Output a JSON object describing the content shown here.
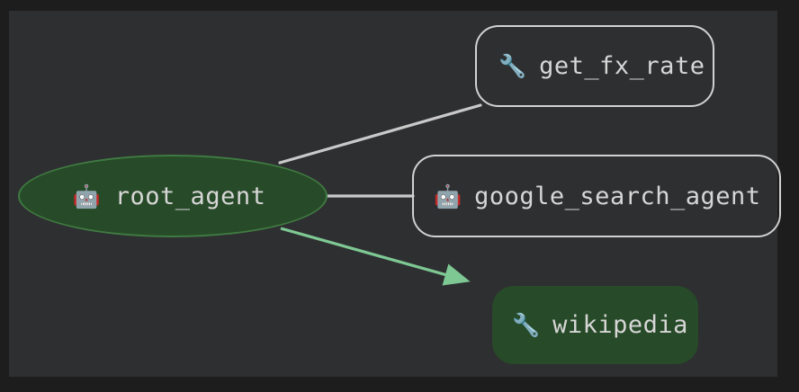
{
  "canvas": {
    "background_color": "#1d1d1d",
    "panel_color": "#2e2f31"
  },
  "graph": {
    "type": "agent-tool-diagram",
    "nodes": [
      {
        "id": "root_agent",
        "label": "root_agent",
        "icon": "robot-icon",
        "icon_glyph": "🤖",
        "shape": "ellipse",
        "fill_color": "#274a28",
        "border_color": "#3f7a41",
        "text_color": "#d6d6d6"
      },
      {
        "id": "get_fx_rate",
        "label": "get_fx_rate",
        "icon": "wrench-icon",
        "icon_glyph": "🔧",
        "shape": "rounded-rect",
        "fill_color": "transparent",
        "border_color": "#d2d2d2",
        "text_color": "#d6d6d6"
      },
      {
        "id": "google_search_agent",
        "label": "google_search_agent",
        "icon": "robot-icon",
        "icon_glyph": "🤖",
        "shape": "rounded-rect",
        "fill_color": "transparent",
        "border_color": "#d2d2d2",
        "text_color": "#d6d6d6"
      },
      {
        "id": "wikipedia",
        "label": "wikipedia",
        "icon": "wrench-icon",
        "icon_glyph": "🔧",
        "shape": "rounded-rect",
        "fill_color": "#274a28",
        "border_color": "none",
        "text_color": "#d6d6d6"
      }
    ],
    "edges": [
      {
        "id": "root-to-get-fx-rate",
        "from": "root_agent",
        "to": "get_fx_rate",
        "color": "#c9c9c9",
        "arrow": false
      },
      {
        "id": "root-to-google-search-agent",
        "from": "root_agent",
        "to": "google_search_agent",
        "color": "#c9c9c9",
        "arrow": false
      },
      {
        "id": "root-to-wikipedia",
        "from": "root_agent",
        "to": "wikipedia",
        "color": "#7ec894",
        "arrow": true
      }
    ]
  }
}
